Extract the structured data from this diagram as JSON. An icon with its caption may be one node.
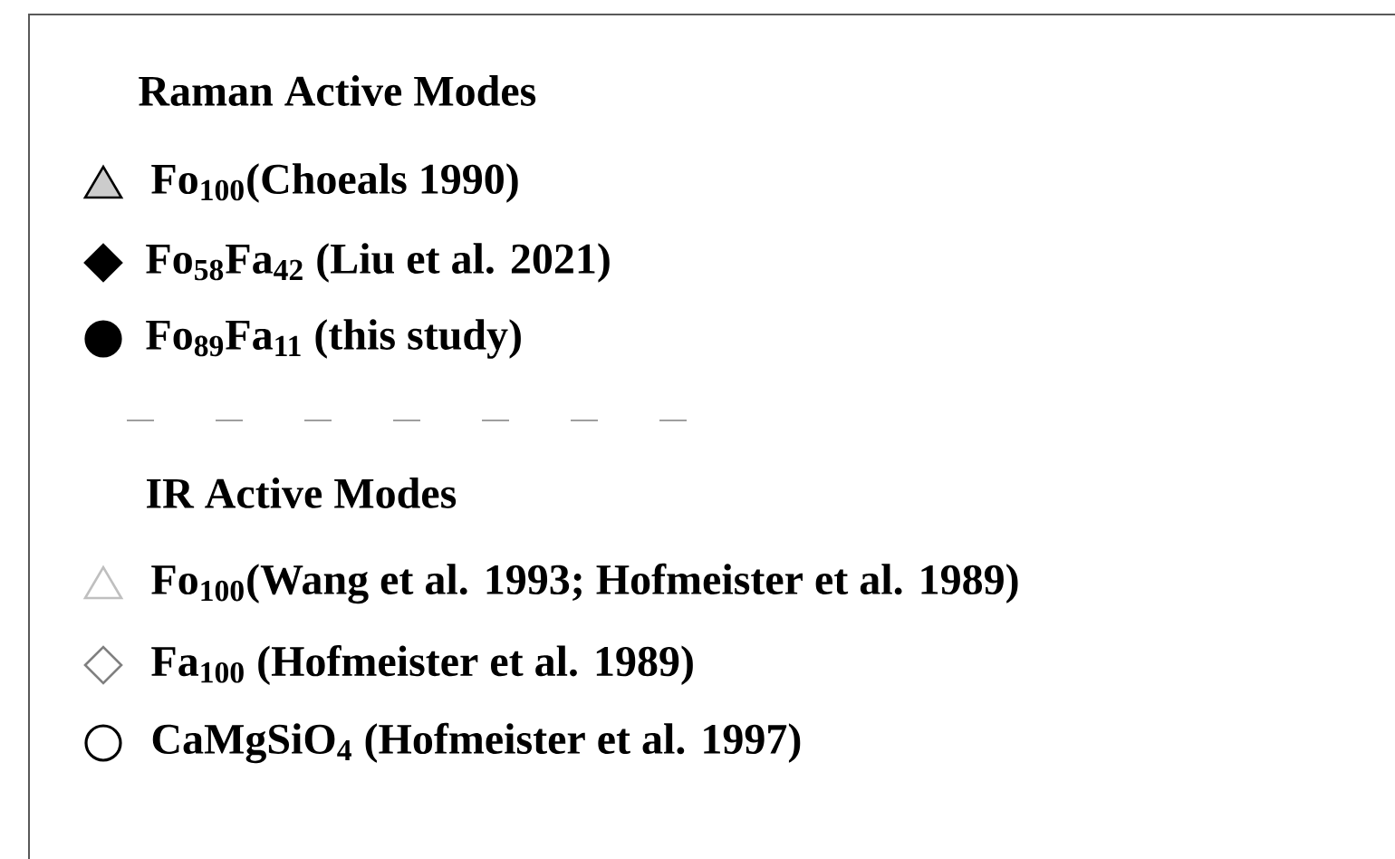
{
  "diagram": {
    "labels": [
      "Raman Active Modes",
      "IR Active Modes"
    ],
    "legend": [
      {
        "text": "Fo$_{100}$(Choeals 1990)"
      },
      {
        "text": "Fo$_{58}$Fa$_{42}$ (Liu et al. 2021)"
      },
      {
        "text": "Fo$_{89}$Fa$_{11}$ (this study)"
      },
      {
        "text": "Fo$_{100}$(Wang et al. 1993; Hofmeister et al. 1989)"
      },
      {
        "text": "Fa$_{100}$ (Hofmeister et al. 1989)"
      },
      {
        "text": "CaMgSiO$_{4}$ (Hofmeister et al. 1997)"
      }
    ]
  }
}
